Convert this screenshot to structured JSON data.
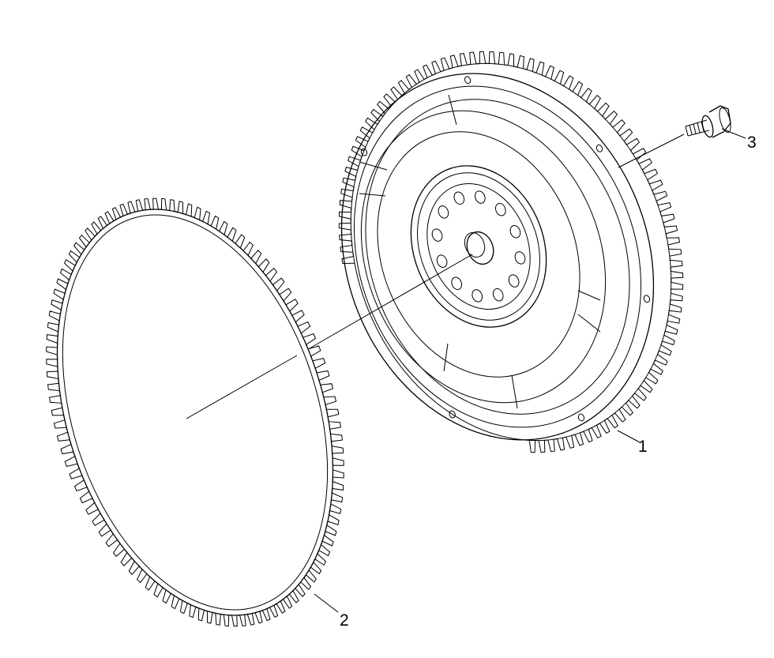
{
  "diagram": {
    "parts": [
      {
        "id": "flywheel",
        "callout": "1"
      },
      {
        "id": "ring-gear",
        "callout": "2"
      },
      {
        "id": "bolt",
        "callout": "3"
      }
    ],
    "colors": {
      "line": "#000000",
      "background": "#ffffff"
    }
  }
}
